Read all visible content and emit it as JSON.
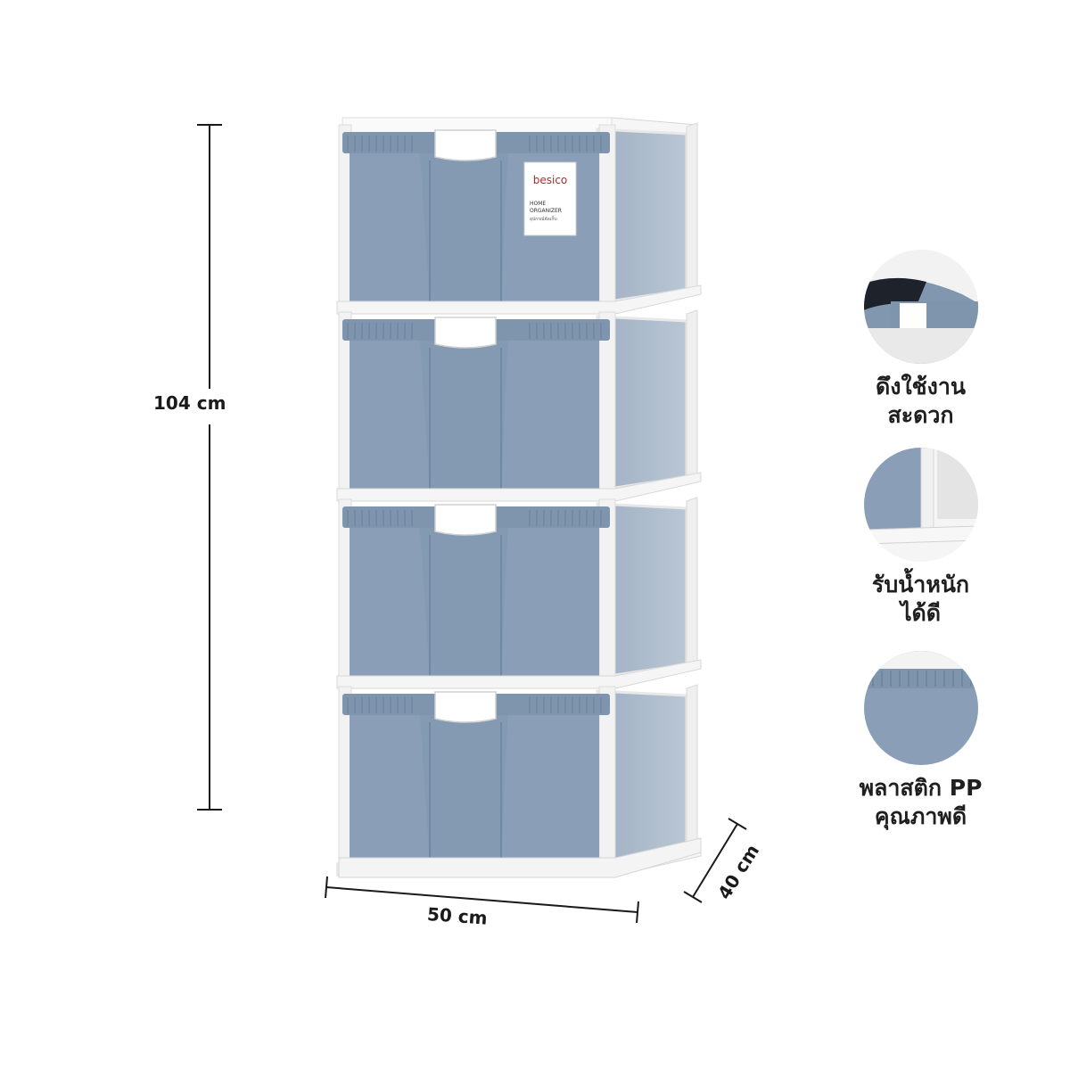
{
  "dimensions": {
    "height": "104 cm",
    "width": "50 cm",
    "depth": "40 cm"
  },
  "product": {
    "drawer_count": 4,
    "label_brand": "besico",
    "label_line1": "HOME",
    "label_line2": "ORGANIZER",
    "label_line3": "อุปกรณ์จัดเก็บ",
    "colors": {
      "drawer": "#8a9fb7",
      "drawer_dark": "#7a8fa8",
      "frame": "#f4f4f4",
      "handle": "#ffffff",
      "brand_red": "#a0302a"
    }
  },
  "features": [
    {
      "icon": "easy-pull-drawer-closeup",
      "line1": "ดึงใช้งาน",
      "line2": "สะดวก"
    },
    {
      "icon": "weight-bearing-frame-closeup",
      "line1": "รับน้ำหนัก",
      "line2": "ได้ดี"
    },
    {
      "icon": "pp-plastic-closeup",
      "line1": "พลาสติก PP",
      "line2": "คุณภาพดี"
    }
  ]
}
